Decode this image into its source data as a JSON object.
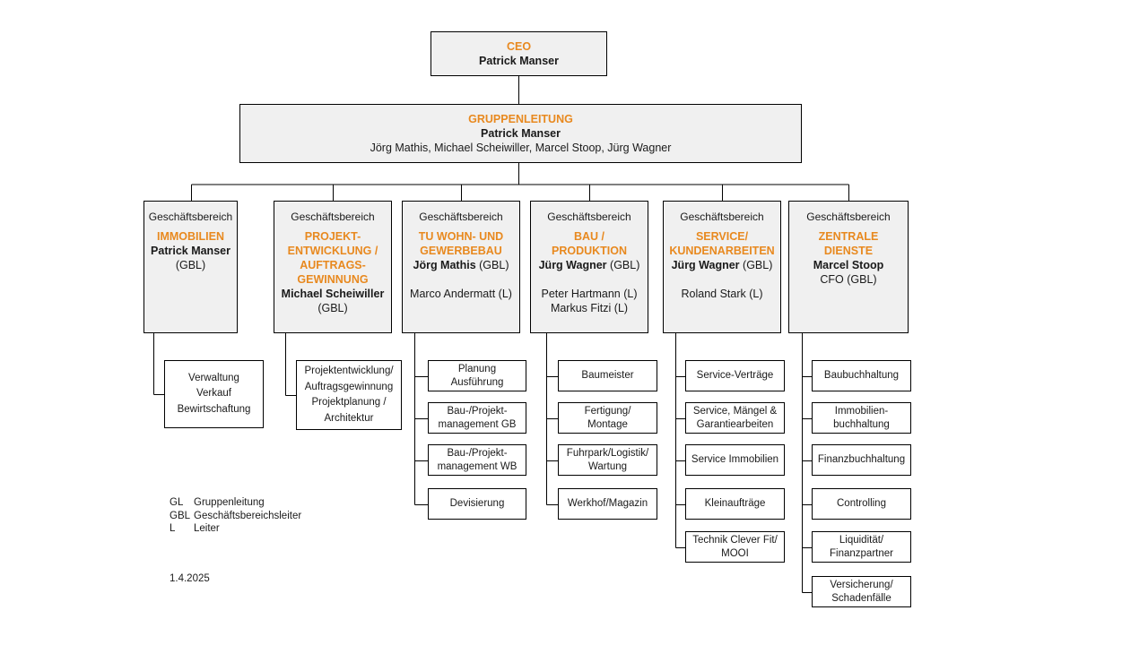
{
  "ceo": {
    "title": "CEO",
    "name": "Patrick Manser"
  },
  "group": {
    "title": "GRUPPENLEITUNG",
    "lead": "Patrick Manser",
    "members": "Jörg Mathis, Michael Scheiwiller, Marcel Stoop, Jürg Wagner"
  },
  "areas": [
    {
      "label": "Geschäftsbereich",
      "name_lines": [
        "IMMOBILIEN"
      ],
      "head": "Patrick Manser",
      "head_role": "(GBL)",
      "leads": [],
      "units": [
        {
          "lines": [
            "Verwaltung",
            "Verkauf",
            "Bewirtschaftung"
          ]
        }
      ]
    },
    {
      "label": "Geschäftsbereich",
      "name_lines": [
        "PROJEKT-",
        "ENTWICKLUNG /",
        "AUFTRAGS-",
        "GEWINNUNG"
      ],
      "head": "Michael Scheiwiller",
      "head_role": "(GBL)",
      "leads": [],
      "units": [
        {
          "lines": [
            "Projektentwicklung/",
            "Auftragsgewinnung",
            "Projektplanung /",
            "Architektur"
          ]
        }
      ]
    },
    {
      "label": "Geschäftsbereich",
      "name_lines": [
        "TU WOHN- UND",
        "GEWERBEBAU"
      ],
      "head": "Jörg Mathis",
      "head_role": "(GBL)",
      "leads": [
        "Marco Andermatt (L)"
      ],
      "units": [
        {
          "lines": [
            "Planung",
            "Ausführung"
          ]
        },
        {
          "lines": [
            "Bau-/Projekt-",
            "management GB"
          ]
        },
        {
          "lines": [
            "Bau-/Projekt-",
            "management WB"
          ]
        },
        {
          "lines": [
            "Devisierung"
          ]
        }
      ]
    },
    {
      "label": "Geschäftsbereich",
      "name_lines": [
        "BAU /",
        "PRODUKTION"
      ],
      "head": "Jürg Wagner",
      "head_role": "(GBL)",
      "leads": [
        "Peter Hartmann (L)",
        "Markus Fitzi (L)"
      ],
      "units": [
        {
          "lines": [
            "Baumeister"
          ]
        },
        {
          "lines": [
            "Fertigung/",
            "Montage"
          ]
        },
        {
          "lines": [
            "Fuhrpark/Logistik/",
            "Wartung"
          ]
        },
        {
          "lines": [
            "Werkhof/Magazin"
          ]
        }
      ]
    },
    {
      "label": "Geschäftsbereich",
      "name_lines": [
        "SERVICE/",
        "KUNDENARBEITEN"
      ],
      "head": "Jürg Wagner",
      "head_role": "(GBL)",
      "leads": [
        "Roland Stark (L)"
      ],
      "units": [
        {
          "lines": [
            "Service-Verträge"
          ]
        },
        {
          "lines": [
            "Service, Mängel &",
            "Garantiearbeiten"
          ]
        },
        {
          "lines": [
            "Service Immobilien"
          ]
        },
        {
          "lines": [
            "Kleinaufträge"
          ]
        },
        {
          "lines": [
            "Technik Clever Fit/",
            "MOOI"
          ]
        }
      ]
    },
    {
      "label": "Geschäftsbereich",
      "name_lines": [
        "ZENTRALE",
        "DIENSTE"
      ],
      "head": "Marcel Stoop",
      "head_role": "CFO (GBL)",
      "leads": [],
      "units": [
        {
          "lines": [
            "Baubuchhaltung"
          ]
        },
        {
          "lines": [
            "Immobilien-",
            "buchhaltung"
          ]
        },
        {
          "lines": [
            "Finanzbuchhaltung"
          ]
        },
        {
          "lines": [
            "Controlling"
          ]
        },
        {
          "lines": [
            "Liquidität/",
            "Finanzpartner"
          ]
        },
        {
          "lines": [
            "Versicherung/",
            "Schadenfälle"
          ]
        }
      ]
    }
  ],
  "legend": [
    {
      "abbr": "GL",
      "text": "Gruppenleitung"
    },
    {
      "abbr": "GBL",
      "text": "Geschäftsbereichsleiter"
    },
    {
      "abbr": "L",
      "text": "Leiter"
    }
  ],
  "date": "1.4.2025",
  "colors": {
    "accent": "#e8891f",
    "box_fill": "#f0f0f0",
    "line": "#000000"
  }
}
